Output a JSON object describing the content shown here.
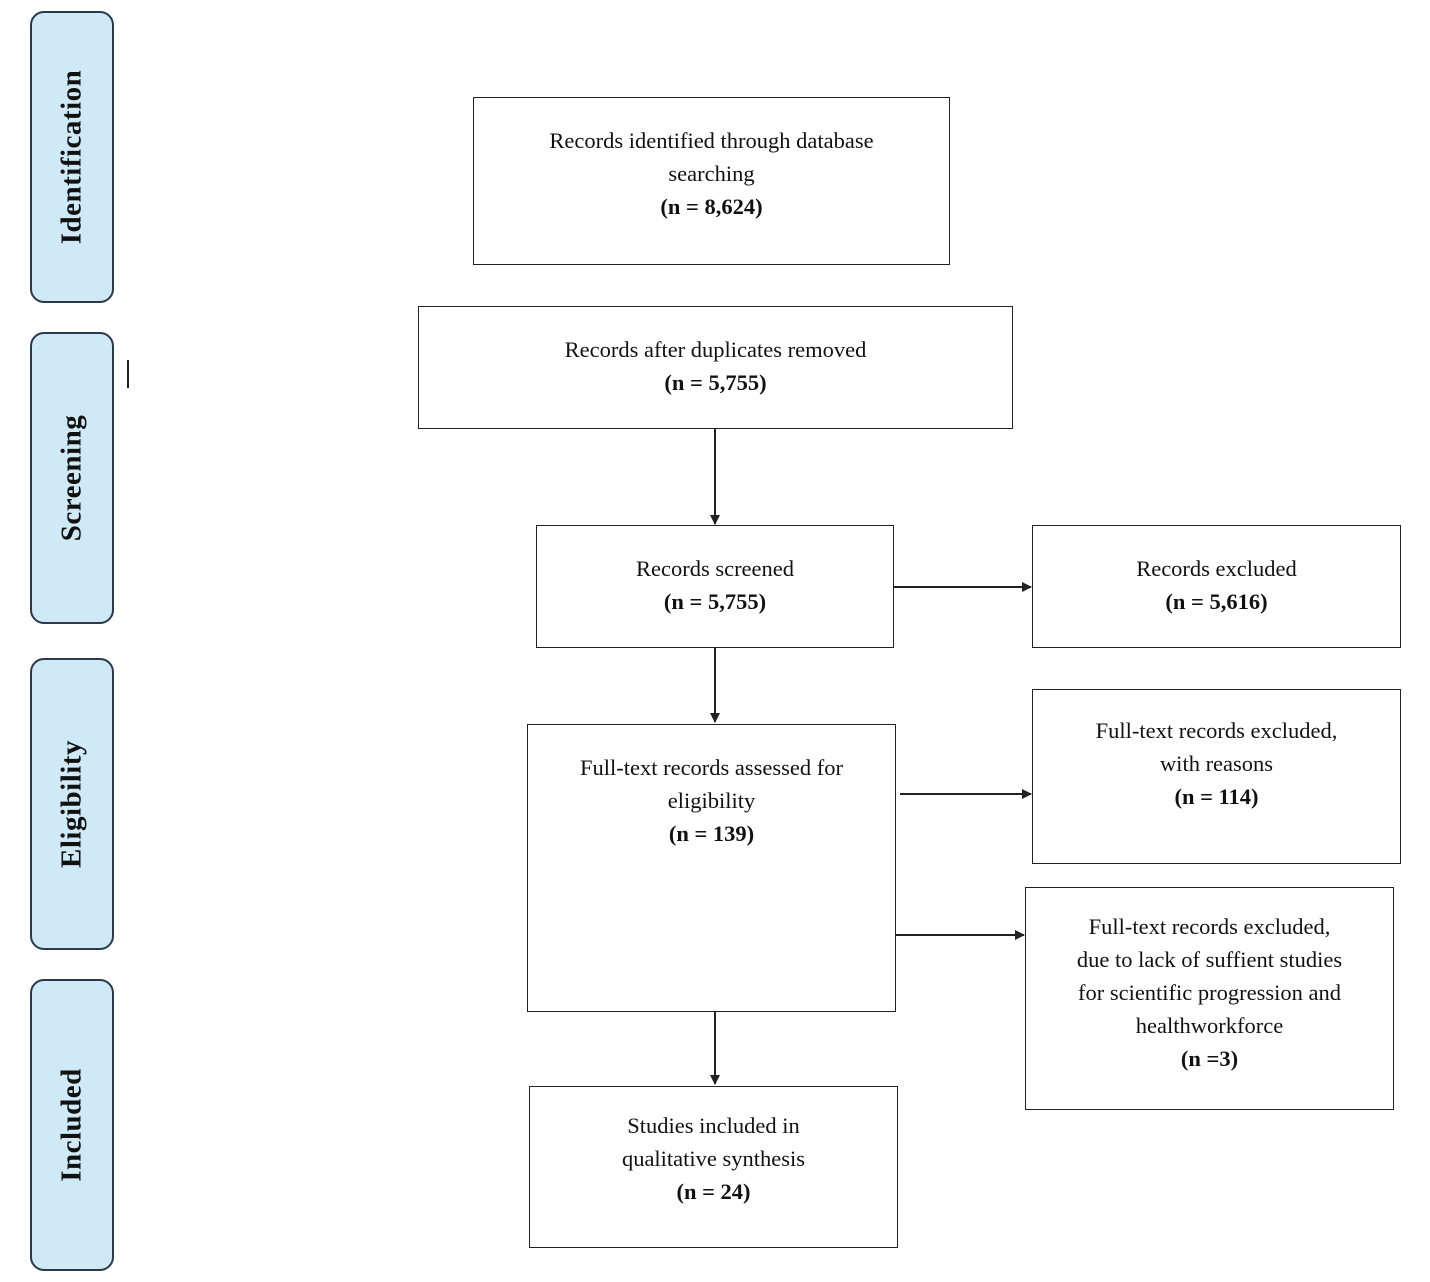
{
  "stages": {
    "identification": "Identification",
    "screening": "Screening",
    "eligibility": "Eligibility",
    "included": "Included"
  },
  "boxes": {
    "identified": {
      "lines": [
        "Records identified through database",
        "searching"
      ],
      "count": "(n = 8,624)"
    },
    "after_duplicates": {
      "lines": [
        "Records after duplicates removed"
      ],
      "count": "(n = 5,755)"
    },
    "screened": {
      "lines": [
        "Records screened"
      ],
      "count": "(n = 5,755)"
    },
    "excluded": {
      "lines": [
        "Records excluded"
      ],
      "count": "(n = 5,616)"
    },
    "assessed": {
      "lines": [
        "Full-text records assessed for",
        "eligibility"
      ],
      "count": "(n = 139)"
    },
    "excluded_reasons": {
      "lines": [
        "Full-text records excluded,",
        "with reasons"
      ],
      "count": "(n = 114)"
    },
    "excluded_lack": {
      "lines": [
        "Full-text records excluded,",
        "due to lack of suffient studies",
        "for scientific progression and",
        "healthworkforce"
      ],
      "count": "(n =3)"
    },
    "included": {
      "lines": [
        "Studies included in",
        "qualitative synthesis"
      ],
      "count": "(n = 24)"
    }
  },
  "colors": {
    "stage_fill": "#cfe9f7",
    "stroke": "#222222"
  }
}
